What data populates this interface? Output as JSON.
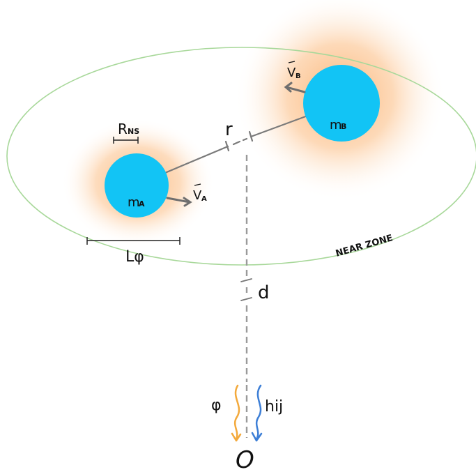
{
  "colors": {
    "mass": "#12c4f5",
    "glow": "#fbbf84",
    "near_zone": "#a8d89a",
    "line": "#7a7a7a",
    "phi_arrow": "#f3a93b",
    "h_arrow": "#3c7ed6",
    "text": "#111111"
  },
  "labels": {
    "separation": "r",
    "distance": "d",
    "radius": "R",
    "radius_sub": "NS",
    "length_scale": "Lφ",
    "near_zone": "NEAR ZONE",
    "mass_a": "m",
    "mass_a_sub": "A",
    "mass_b": "m",
    "mass_b_sub": "B",
    "velocity_a": "V",
    "velocity_a_sub": "A",
    "velocity_b": "V",
    "velocity_b_sub": "B",
    "scalar_field": "φ",
    "tensor_field": "hij",
    "observer": "O"
  }
}
